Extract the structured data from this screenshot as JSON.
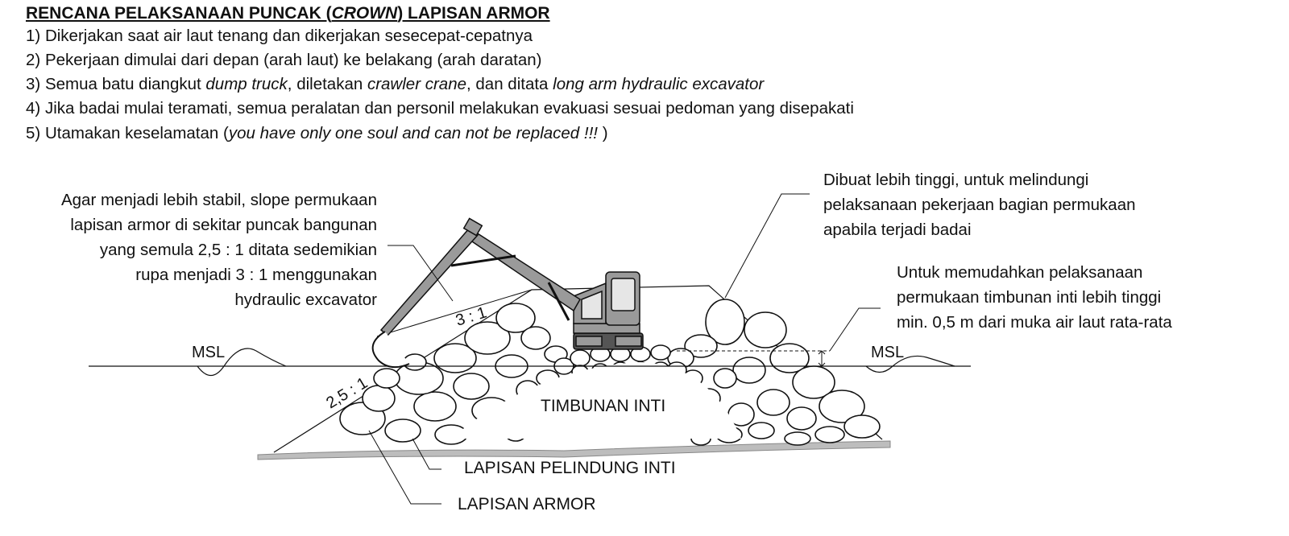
{
  "heading": {
    "before": "RENCANA PELAKSANAAN PUNCAK (",
    "italic": "CROWN",
    "after": ") LAPISAN ARMOR"
  },
  "steps": [
    {
      "num": "1) ",
      "segments": [
        {
          "t": "Dikerjakan saat air laut tenang dan dikerjakan sesecepat-cepatnya",
          "i": false
        }
      ]
    },
    {
      "num": "2) ",
      "segments": [
        {
          "t": "Pekerjaan dimulai dari depan (arah laut) ke belakang (arah daratan)",
          "i": false
        }
      ]
    },
    {
      "num": "3) ",
      "segments": [
        {
          "t": "Semua  batu diangkut ",
          "i": false
        },
        {
          "t": "dump truck",
          "i": true
        },
        {
          "t": ", diletakan ",
          "i": false
        },
        {
          "t": "crawler crane",
          "i": true
        },
        {
          "t": ",  dan ditata ",
          "i": false
        },
        {
          "t": "long arm hydraulic excavator",
          "i": true
        }
      ]
    },
    {
      "num": "4) ",
      "segments": [
        {
          "t": "Jika badai mulai teramati, semua peralatan dan personil melakukan evakuasi  sesuai pedoman yang disepakati",
          "i": false
        }
      ]
    },
    {
      "num": "5) ",
      "segments": [
        {
          "t": "Utamakan keselamatan (",
          "i": false
        },
        {
          "t": "you have only one soul and can not be replaced !!! ",
          "i": true
        },
        {
          "t": ")",
          "i": false
        }
      ]
    }
  ],
  "notes": {
    "left": "Agar menjadi lebih stabil, slope permukaan\nlapisan armor di sekitar puncak bangunan\nyang semula 2,5 : 1 ditata sedemikian\nrupa menjadi 3 : 1 menggunakan\nhydraulic excavator",
    "top_right": "Dibuat lebih tinggi, untuk melindungi\npelaksanaan pekerjaan bagian permukaan\napabila terjadi badai",
    "right": "Untuk memudahkan pelaksanaan\npermukaan timbunan inti lebih tinggi\nmin. 0,5 m dari muka air laut rata-rata"
  },
  "labels": {
    "msl_left": "MSL",
    "msl_right": "MSL",
    "slope_upper": "3 : 1",
    "slope_lower": "2,5 : 1",
    "core": "TIMBUNAN INTI",
    "underlayer": "LAPISAN PELINDUNG INTI",
    "armor": "LAPISAN ARMOR"
  },
  "colors": {
    "ink": "#111111",
    "ground": "#bdbdbd",
    "machine_body": "#9a9a9a",
    "machine_dark": "#555555",
    "stone_fill": "#ffffff"
  }
}
